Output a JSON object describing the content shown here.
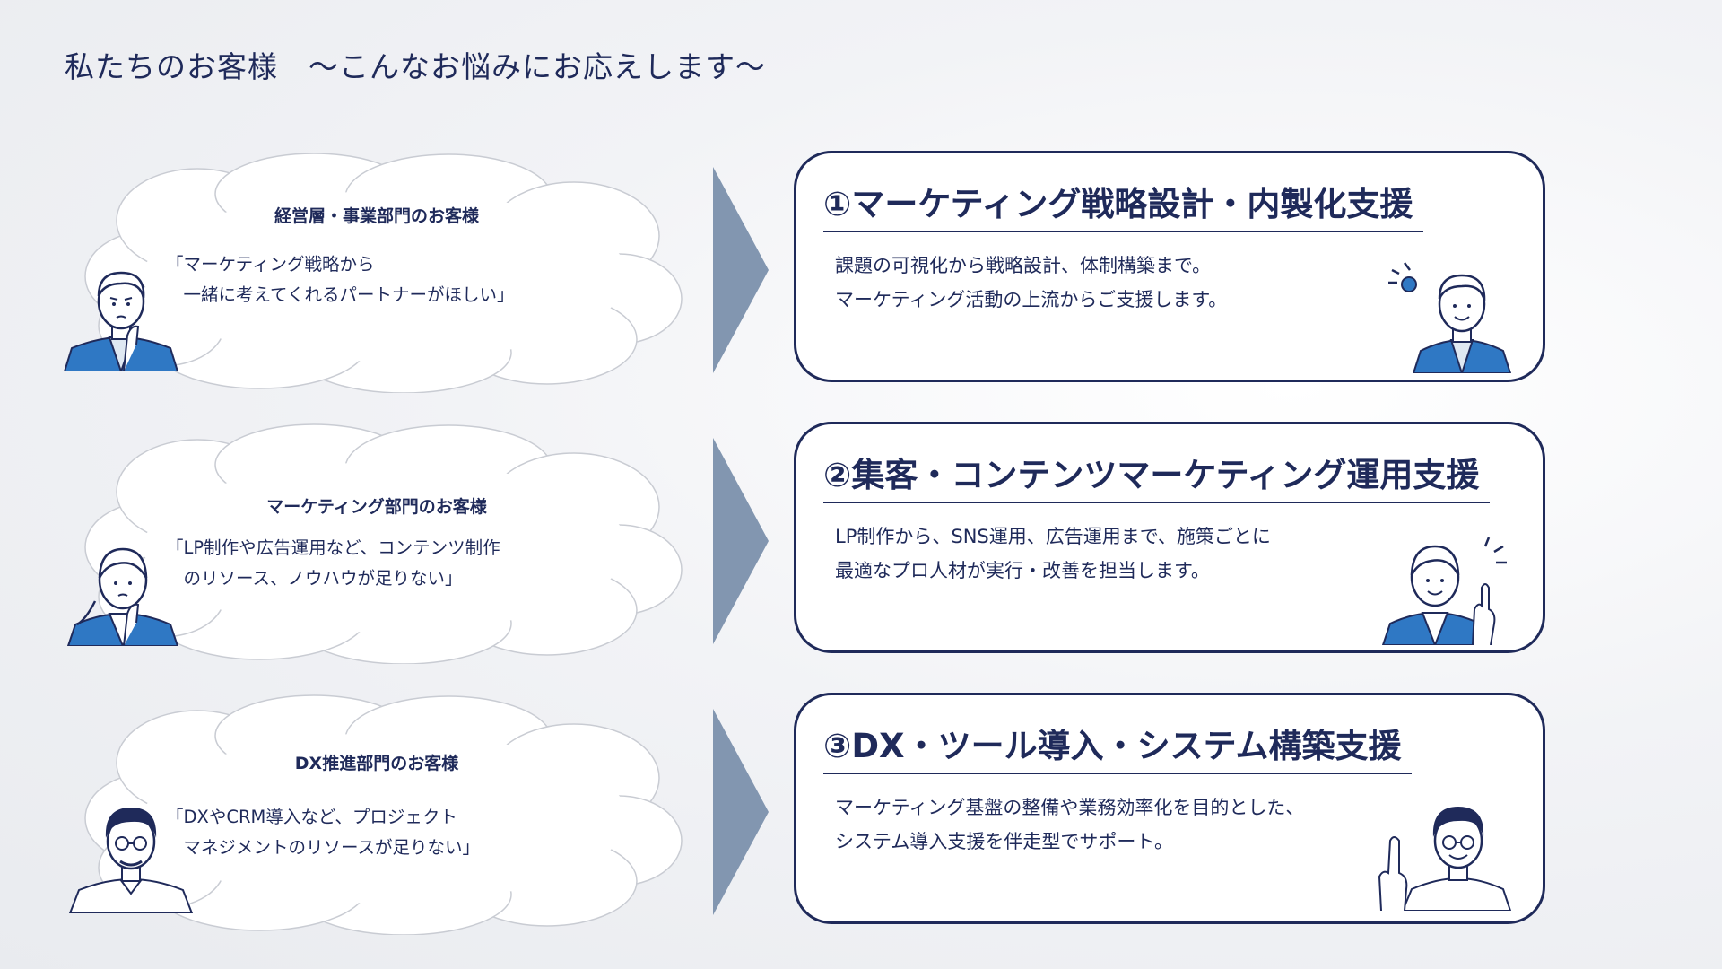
{
  "title": "私たちのお客様　〜こんなお悩みにお応えします〜",
  "rows": [
    {
      "customer_title": "経営層・事業部門のお客様",
      "customer_text": "「マーケティング戦略から\n　一緒に考えてくれるパートナーがほしい」",
      "service_title": "①マーケティング戦略設計・内製化支援",
      "service_text": "課題の可視化から戦略設計、体制構築まで。\nマーケティング活動の上流からご支援します。"
    },
    {
      "customer_title": "マーケティング部門のお客様",
      "customer_text": "「LP制作や広告運用など、コンテンツ制作\n　のリソース、ノウハウが足りない」",
      "service_title": "②集客・コンテンツマーケティング運用支援",
      "service_text": "LP制作から、SNS運用、広告運用まで、施策ごとに\n最適なプロ人材が実行・改善を担当します。"
    },
    {
      "customer_title": "DX推進部門のお客様",
      "customer_text": "「DXやCRM導入など、プロジェクト\n　マネジメントのリソースが足りない」",
      "service_title": "③DX・ツール導入・システム構築支援",
      "service_text": "マーケティング基盤の整備や業務効率化を目的とした、\nシステム導入支援を伴走型でサポート。"
    }
  ],
  "colors": {
    "navy": "#1f2a5a",
    "arrow": "#8296b0",
    "jacket_blue": "#2f78c4",
    "bulb": "#2f78c4"
  },
  "icons": {
    "row1_customer": "thinking-man-icon",
    "row1_service": "smiling-man-lightbulb-icon",
    "row2_customer": "worried-woman-icon",
    "row2_service": "smiling-woman-pointing-icon",
    "row3_customer": "worried-man-glasses-icon",
    "row3_service": "smiling-man-glasses-pointing-icon"
  }
}
